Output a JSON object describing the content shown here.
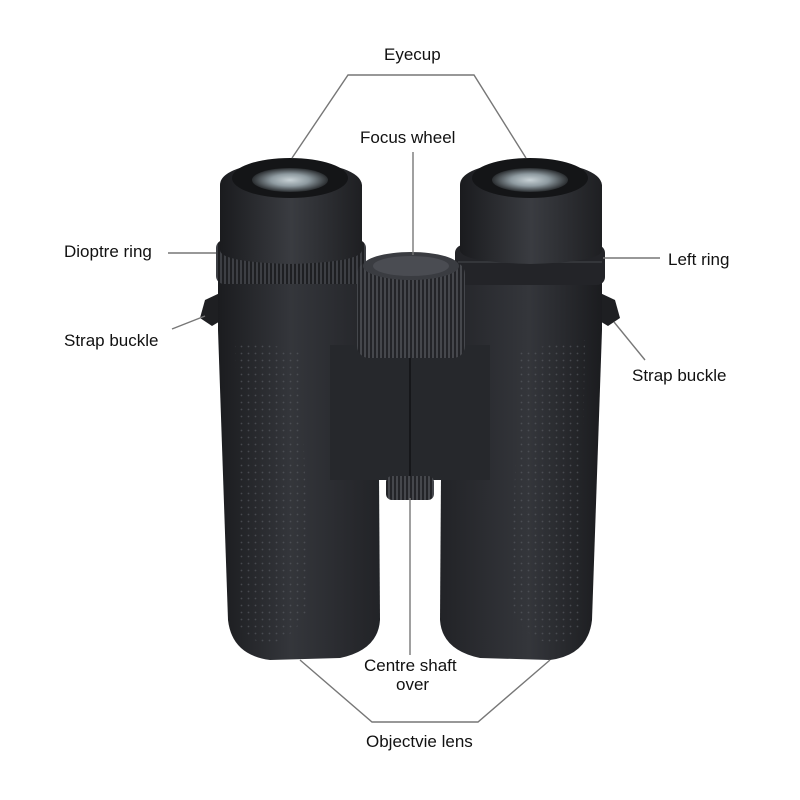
{
  "labels": {
    "eyecup": "Eyecup",
    "focus_wheel": "Focus wheel",
    "dioptre_ring": "Dioptre ring",
    "left_ring": "Left ring",
    "strap_buckle_left": "Strap buckle",
    "strap_buckle_right": "Strap buckle",
    "centre_shaft_line1": "Centre shaft",
    "centre_shaft_line2": "over",
    "objective_lens": "Objectvie lens"
  },
  "colors": {
    "background": "#ffffff",
    "body": "#2b2d31",
    "body_dark": "#1c1d20",
    "leader_line": "#777777",
    "text": "#111111"
  }
}
